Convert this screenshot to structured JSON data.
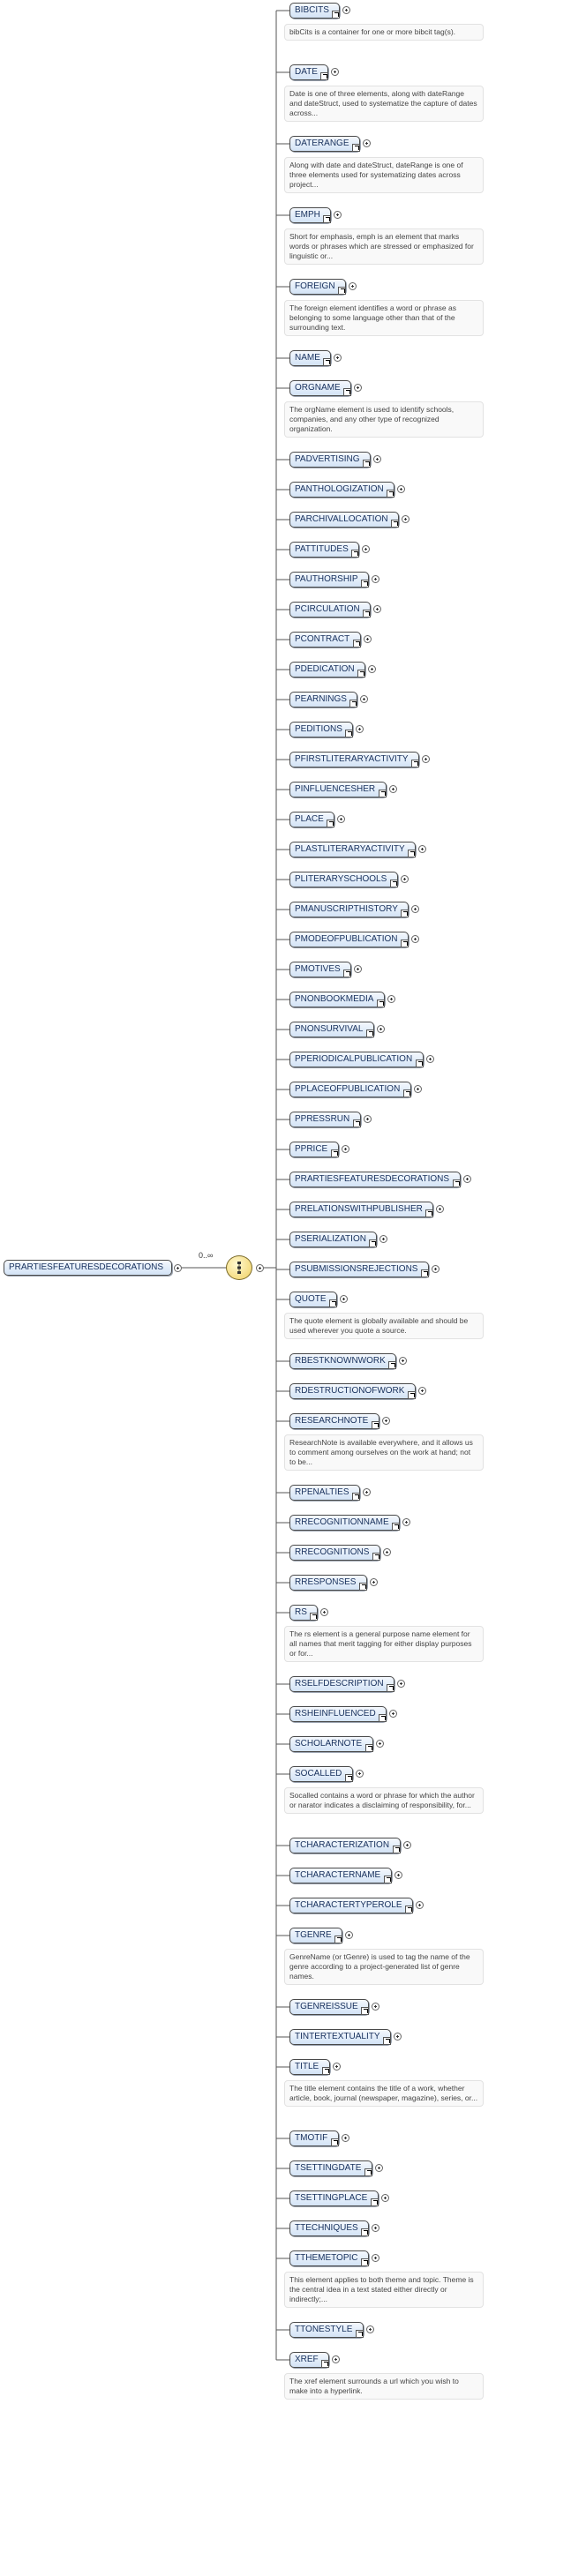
{
  "root": {
    "label": "PRARTIESFEATURESDECORATIONS"
  },
  "sequence": {
    "cardinality": "0..∞"
  },
  "elements": [
    {
      "name": "BIBCITS",
      "desc": "bibCits is a container for one or more bibcit tag(s)."
    },
    {
      "name": "DATE",
      "desc": "Date is one of three elements, along with dateRange and dateStruct, used to systematize the capture of dates across..."
    },
    {
      "name": "DATERANGE",
      "desc": "Along with date and dateStruct, dateRange is one of three elements used for systematizing dates across project..."
    },
    {
      "name": "EMPH",
      "desc": "Short for emphasis, emph is an element that marks words or phrases which are stressed or emphasized for linguistic or..."
    },
    {
      "name": "FOREIGN",
      "desc": "The foreign element identifies a word or phrase as belonging to some language other than that of the surrounding text."
    },
    {
      "name": "NAME",
      "desc": ""
    },
    {
      "name": "ORGNAME",
      "desc": "The orgName element is used to identify schools, companies, and any other type of recognized organization."
    },
    {
      "name": "PADVERTISING",
      "desc": ""
    },
    {
      "name": "PANTHOLOGIZATION",
      "desc": ""
    },
    {
      "name": "PARCHIVALLOCATION",
      "desc": ""
    },
    {
      "name": "PATTITUDES",
      "desc": ""
    },
    {
      "name": "PAUTHORSHIP",
      "desc": ""
    },
    {
      "name": "PCIRCULATION",
      "desc": ""
    },
    {
      "name": "PCONTRACT",
      "desc": ""
    },
    {
      "name": "PDEDICATION",
      "desc": ""
    },
    {
      "name": "PEARNINGS",
      "desc": ""
    },
    {
      "name": "PEDITIONS",
      "desc": ""
    },
    {
      "name": "PFIRSTLITERARYACTIVITY",
      "desc": ""
    },
    {
      "name": "PINFLUENCESHER",
      "desc": ""
    },
    {
      "name": "PLACE",
      "desc": ""
    },
    {
      "name": "PLASTLITERARYACTIVITY",
      "desc": ""
    },
    {
      "name": "PLITERARYSCHOOLS",
      "desc": ""
    },
    {
      "name": "PMANUSCRIPTHISTORY",
      "desc": ""
    },
    {
      "name": "PMODEOFPUBLICATION",
      "desc": ""
    },
    {
      "name": "PMOTIVES",
      "desc": ""
    },
    {
      "name": "PNONBOOKMEDIA",
      "desc": ""
    },
    {
      "name": "PNONSURVIVAL",
      "desc": ""
    },
    {
      "name": "PPERIODICALPUBLICATION",
      "desc": ""
    },
    {
      "name": "PPLACEOFPUBLICATION",
      "desc": ""
    },
    {
      "name": "PPRESSRUN",
      "desc": ""
    },
    {
      "name": "PPRICE",
      "desc": ""
    },
    {
      "name": "PRARTIESFEATURESDECORATIONS",
      "desc": ""
    },
    {
      "name": "PRELATIONSWITHPUBLISHER",
      "desc": ""
    },
    {
      "name": "PSERIALIZATION",
      "desc": ""
    },
    {
      "name": "PSUBMISSIONSREJECTIONS",
      "desc": ""
    },
    {
      "name": "QUOTE",
      "desc": "The quote element is globally available and should be used wherever you quote a source."
    },
    {
      "name": "RBESTKNOWNWORK",
      "desc": ""
    },
    {
      "name": "RDESTRUCTIONOFWORK",
      "desc": ""
    },
    {
      "name": "RESEARCHNOTE",
      "desc": "ResearchNote is available everywhere, and it allows us to comment among ourselves on the work at hand; not to be..."
    },
    {
      "name": "RPENALTIES",
      "desc": ""
    },
    {
      "name": "RRECOGNITIONNAME",
      "desc": ""
    },
    {
      "name": "RRECOGNITIONS",
      "desc": ""
    },
    {
      "name": "RRESPONSES",
      "desc": ""
    },
    {
      "name": "RS",
      "desc": "The rs element is a general purpose name element for all names that merit tagging for either display purposes or for..."
    },
    {
      "name": "RSELFDESCRIPTION",
      "desc": ""
    },
    {
      "name": "RSHEINFLUENCED",
      "desc": ""
    },
    {
      "name": "SCHOLARNOTE",
      "desc": ""
    },
    {
      "name": "SOCALLED",
      "desc": "Socalled contains a word or phrase for which the author or narator indicates a disclaiming of responsibility, for..."
    },
    {
      "name": "TCHARACTERIZATION",
      "desc": ""
    },
    {
      "name": "TCHARACTERNAME",
      "desc": ""
    },
    {
      "name": "TCHARACTERTYPEROLE",
      "desc": ""
    },
    {
      "name": "TGENRE",
      "desc": "GenreName (or tGenre) is used to tag the name of the genre according to a project-generated list of genre names."
    },
    {
      "name": "TGENREISSUE",
      "desc": ""
    },
    {
      "name": "TINTERTEXTUALITY",
      "desc": ""
    },
    {
      "name": "TITLE",
      "desc": "The title element contains the title of a work, whether article, book, journal (newspaper, magazine), series, or..."
    },
    {
      "name": "TMOTIF",
      "desc": ""
    },
    {
      "name": "TSETTINGDATE",
      "desc": ""
    },
    {
      "name": "TSETTINGPLACE",
      "desc": ""
    },
    {
      "name": "TTECHNIQUES",
      "desc": ""
    },
    {
      "name": "TTHEMETOPIC",
      "desc": "This element applies to both theme and topic. Theme is the central idea in a text stated either directly or indirectly;..."
    },
    {
      "name": "TTONESTYLE",
      "desc": ""
    },
    {
      "name": "XREF",
      "desc": "The xref element surrounds a url which you wish to make into a hyperlink."
    }
  ]
}
